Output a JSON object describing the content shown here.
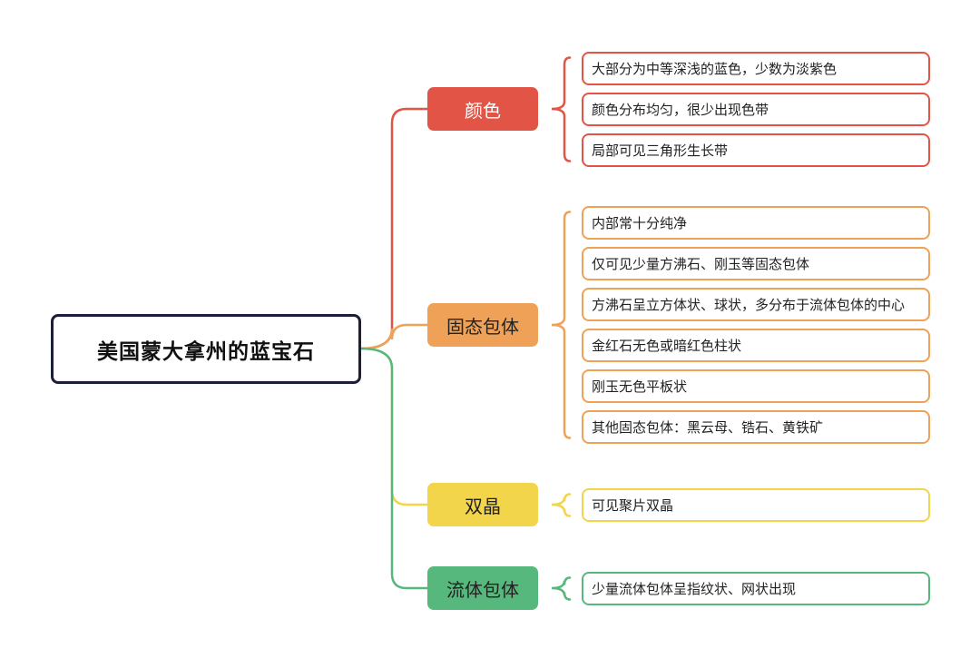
{
  "root": {
    "label": "美国蒙大拿州的蓝宝石"
  },
  "branches": [
    {
      "label": "颜色",
      "color": "#e25446",
      "text_color": "#ffffff",
      "leaves": [
        "大部分为中等深浅的蓝色，少数为淡紫色",
        "颜色分布均匀，很少出现色带",
        "局部可见三角形生长带"
      ]
    },
    {
      "label": "固态包体",
      "color": "#eea157",
      "text_color": "#222222",
      "leaves": [
        "内部常十分纯净",
        "仅可见少量方沸石、刚玉等固态包体",
        "方沸石呈立方体状、球状，多分布于流体包体的中心",
        "金红石无色或暗红色柱状",
        "刚玉无色平板状",
        "其他固态包体：黑云母、锆石、黄铁矿"
      ]
    },
    {
      "label": "双晶",
      "color": "#f2d54a",
      "text_color": "#222222",
      "leaves": [
        "可见聚片双晶"
      ]
    },
    {
      "label": "流体包体",
      "color": "#56b87c",
      "text_color": "#222222",
      "leaves": [
        "少量流体包体呈指纹状、网状出现"
      ]
    }
  ]
}
